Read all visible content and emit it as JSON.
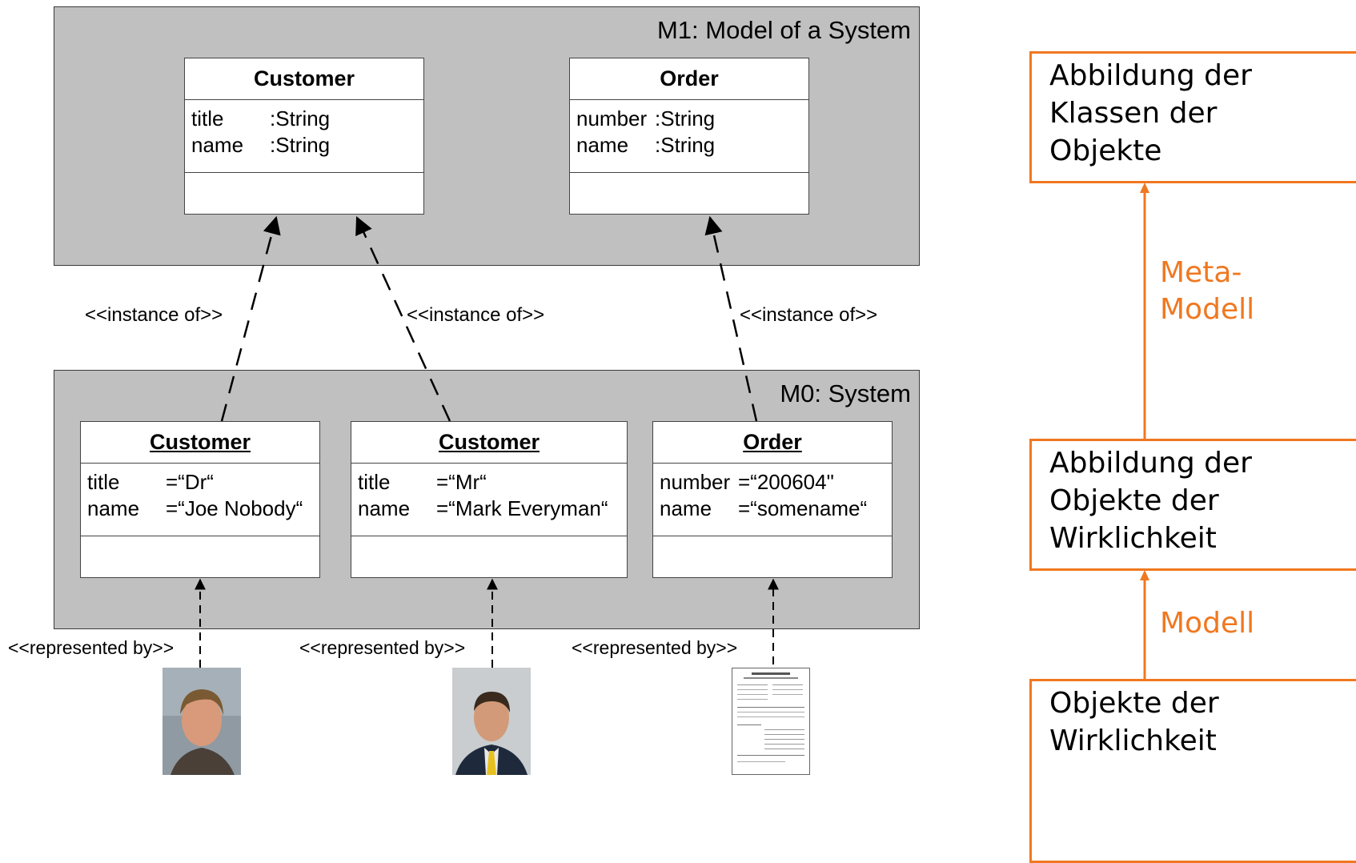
{
  "m1": {
    "title": "M1: Model of a System",
    "classes": [
      {
        "name": "Customer",
        "attrs": [
          {
            "n": "title",
            "v": ":String"
          },
          {
            "n": "name",
            "v": ":String"
          }
        ]
      },
      {
        "name": "Order",
        "attrs": [
          {
            "n": "number",
            "v": ":String"
          },
          {
            "n": "name",
            "v": ":String"
          }
        ]
      }
    ]
  },
  "m0": {
    "title": "M0: System",
    "objects": [
      {
        "name": "Customer",
        "attrs": [
          {
            "n": "title",
            "v": "=“Dr“"
          },
          {
            "n": "name",
            "v": "=“Joe Nobody“"
          }
        ]
      },
      {
        "name": "Customer",
        "attrs": [
          {
            "n": "title",
            "v": "=“Mr“"
          },
          {
            "n": "name",
            "v": "=“Mark Everyman“"
          }
        ]
      },
      {
        "name": "Order",
        "attrs": [
          {
            "n": "number",
            "v": "=“200604\""
          },
          {
            "n": "name",
            "v": "=“somename“"
          }
        ]
      }
    ]
  },
  "instance_label": "<<instance of>>",
  "represented_label": "<<represented by>>",
  "right_panel": {
    "top_box": [
      "Abbildung der",
      "Klassen der",
      "Objekte"
    ],
    "middle_box": [
      "Abbildung der",
      "Objekte der",
      "Wirklichkeit"
    ],
    "bottom_box": [
      "Objekte der",
      "Wirklichkeit"
    ],
    "meta_label": [
      "Meta-",
      "Modell"
    ],
    "model_label": "Modell",
    "accent_color": "#f07820"
  }
}
